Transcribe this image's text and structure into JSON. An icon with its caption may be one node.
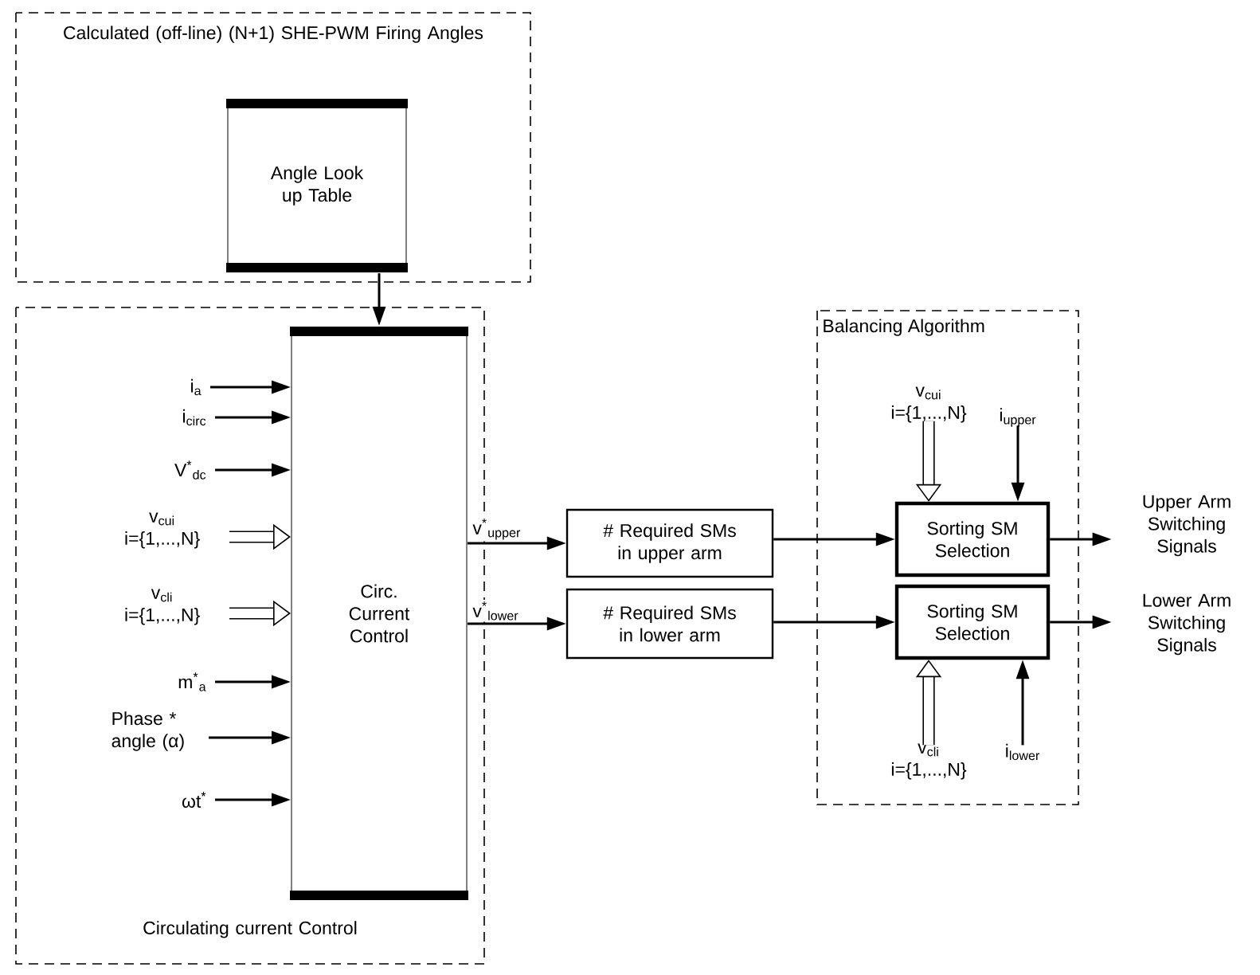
{
  "diagram": {
    "nodes": [
      {
        "text": [
          "Calculated (off-line) (N+1) SHE-PWM Firing Angles"
        ]
      },
      {
        "text": [
          "Angle Look up Table"
        ],
        "in": 0
      },
      {
        "text": [
          "Circulating current Control"
        ]
      },
      {
        "text": [
          "Circ. Current Control"
        ],
        "in": 2
      },
      {
        "text": [
          "i$_{a}$"
        ],
        "in": 2
      },
      {
        "text": [
          "i$_{circ}$"
        ],
        "in": 2
      },
      {
        "text": [
          "V$^{*}$$_{dc}$"
        ],
        "in": 2
      },
      {
        "text": [
          "v$_{cui}$",
          "i={1,...,N}"
        ],
        "in": 2
      },
      {
        "text": [
          "v$_{cli}$",
          "i={1,...,N}"
        ],
        "in": 2
      },
      {
        "text": [
          "m$^{*}$$_{a}$"
        ],
        "in": 2
      },
      {
        "text": [
          "Phase * angle (α)"
        ],
        "in": 2
      },
      {
        "text": [
          "ωt$^{*}$"
        ],
        "in": 2
      },
      {
        "text": [
          "# Required SMs in upper arm"
        ]
      },
      {
        "text": [
          "# Required SMs in lower arm"
        ]
      },
      {
        "text": [
          "Balancing Algorithm"
        ]
      },
      {
        "text": [
          "Sorting SM Selection"
        ],
        "in": 14
      },
      {
        "text": [
          "Sorting SM Selection"
        ],
        "in": 14
      },
      {
        "text": [
          "v$_{cui}$",
          "i={1,...,N}"
        ],
        "in": 14
      },
      {
        "text": [
          "i$_{upper}$"
        ],
        "in": 14
      },
      {
        "text": [
          "v$_{cli}$",
          "i={1,...,N}"
        ],
        "in": 14
      },
      {
        "text": [
          "i$_{lower}$"
        ],
        "in": 14
      },
      {
        "text": [
          "Upper Arm Switching Signals"
        ]
      },
      {
        "text": [
          "Lower Arm Switching Signals"
        ]
      }
    ],
    "edges": [
      {
        "from": 1,
        "to": 3,
        "arrow": "to"
      },
      {
        "from": 4,
        "to": 3,
        "arrow": "to"
      },
      {
        "from": 5,
        "to": 3,
        "arrow": "to"
      },
      {
        "from": 6,
        "to": 3,
        "arrow": "to"
      },
      {
        "from": 7,
        "to": 3,
        "arrow": "to",
        "style": "thick"
      },
      {
        "from": 8,
        "to": 3,
        "arrow": "to",
        "style": "thick"
      },
      {
        "from": 9,
        "to": 3,
        "arrow": "to"
      },
      {
        "from": 10,
        "to": 3,
        "arrow": "to"
      },
      {
        "from": 11,
        "to": 3,
        "arrow": "to"
      },
      {
        "from": 3,
        "to": 12,
        "arrow": "to",
        "label": "v$^{*}$$_{upper}$"
      },
      {
        "from": 3,
        "to": 13,
        "arrow": "to",
        "label": "v$^{*}$$_{lower}$"
      },
      {
        "from": 12,
        "to": 15,
        "arrow": "to"
      },
      {
        "from": 13,
        "to": 16,
        "arrow": "to"
      },
      {
        "from": 17,
        "to": 15,
        "arrow": "to",
        "style": "thick"
      },
      {
        "from": 18,
        "to": 15,
        "arrow": "to"
      },
      {
        "from": 19,
        "to": 16,
        "arrow": "to",
        "style": "thick"
      },
      {
        "from": 20,
        "to": 16,
        "arrow": "to"
      },
      {
        "from": 15,
        "to": 21,
        "arrow": "to"
      },
      {
        "from": 16,
        "to": 22,
        "arrow": "to"
      }
    ]
  }
}
